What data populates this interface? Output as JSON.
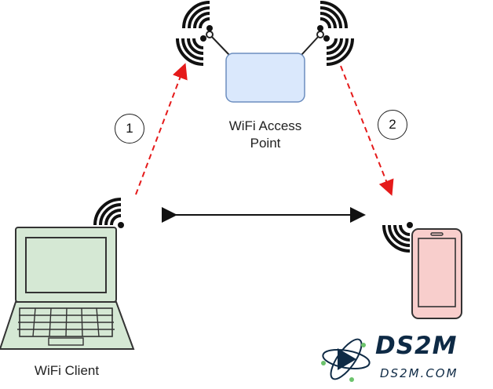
{
  "diagram": {
    "access_point": {
      "label_line1": "WiFi Access",
      "label_line2": "Point",
      "fill": "#dae8fc",
      "stroke": "#6c8ebf"
    },
    "client": {
      "label": "WiFi Client",
      "fill": "#d5e8d4",
      "stroke": "#82b366"
    },
    "phone": {
      "fill": "#f8cecc",
      "stroke": "#b85450"
    },
    "steps": [
      "1",
      "2"
    ],
    "arrow_color": "#e51a1a",
    "icons": [
      "wifi-icon",
      "router-icon",
      "laptop-icon",
      "smartphone-icon"
    ]
  },
  "watermark": {
    "title": "DS2M",
    "subtitle": "DS2M.COM",
    "color": "#0e2a45"
  }
}
